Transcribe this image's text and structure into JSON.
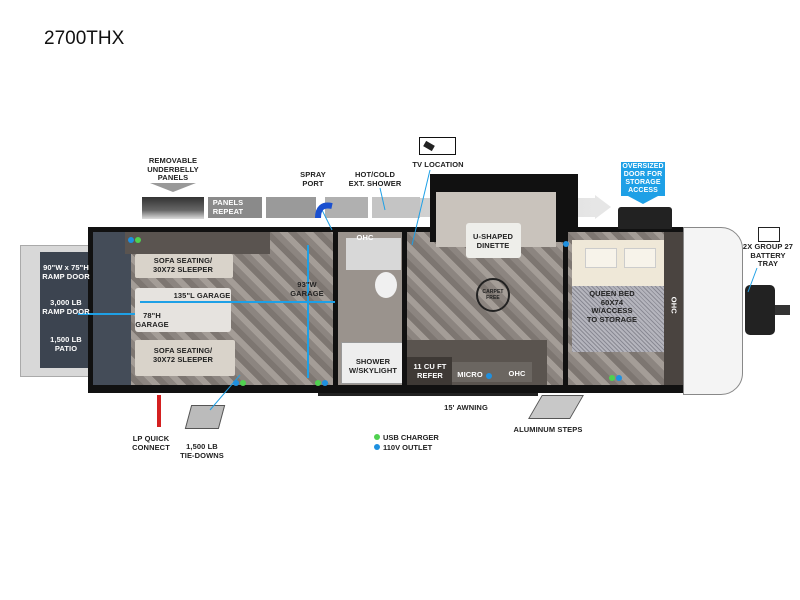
{
  "title": "2700THX",
  "callouts": {
    "underbelly": "REMOVABLE\nUNDERBELLY\nPANELS",
    "panels_repeat": "PANELS\nREPEAT",
    "spray_port": "SPRAY\nPORT",
    "ext_shower": "HOT/COLD\nEXT. SHOWER",
    "tv_location": "TV LOCATION",
    "storage_door": "OVERSIZED\nDOOR FOR\nSTORAGE\nACCESS",
    "battery_tray": "2X GROUP 27\nBATTERY\nTRAY",
    "ramp_size": "90\"W x 75\"H\nRAMP DOOR",
    "ramp_weight": "3,000 LB\nRAMP DOOR",
    "patio": "1,500 LB\nPATIO",
    "lp_connect": "LP QUICK\nCONNECT",
    "tie_downs": "1,500 LB\nTIE-DOWNS",
    "awning": "15' AWNING",
    "steps": "ALUMINUM STEPS"
  },
  "rooms": {
    "sofa_top": "SOFA SEATING/\n30X72 SLEEPER",
    "sofa_bottom": "SOFA SEATING/\n30X72 SLEEPER",
    "garage_length": "135\"L GARAGE",
    "garage_height": "78\"H\nGARAGE",
    "garage_width": "93\"W\nGARAGE",
    "bath_ohc": "OHC",
    "shower": "SHOWER\nW/SKYLIGHT",
    "dinette": "U-SHAPED\nDINETTE",
    "carpet_free": "CARPET FREE",
    "refer": "11 CU FT\nREFER",
    "micro": "MICRO",
    "kitchen_ohc": "OHC",
    "bed": "QUEEN BED\n60X74\nW/ACCESS\nTO STORAGE",
    "bedroom_ohc": "OHC"
  },
  "legend": [
    {
      "label": "USB CHARGER",
      "color": "#4fd14f"
    },
    {
      "label": "110V OUTLET",
      "color": "#1e90e0"
    }
  ],
  "colors": {
    "accent": "#1ea0e6",
    "wall": "#111111"
  }
}
